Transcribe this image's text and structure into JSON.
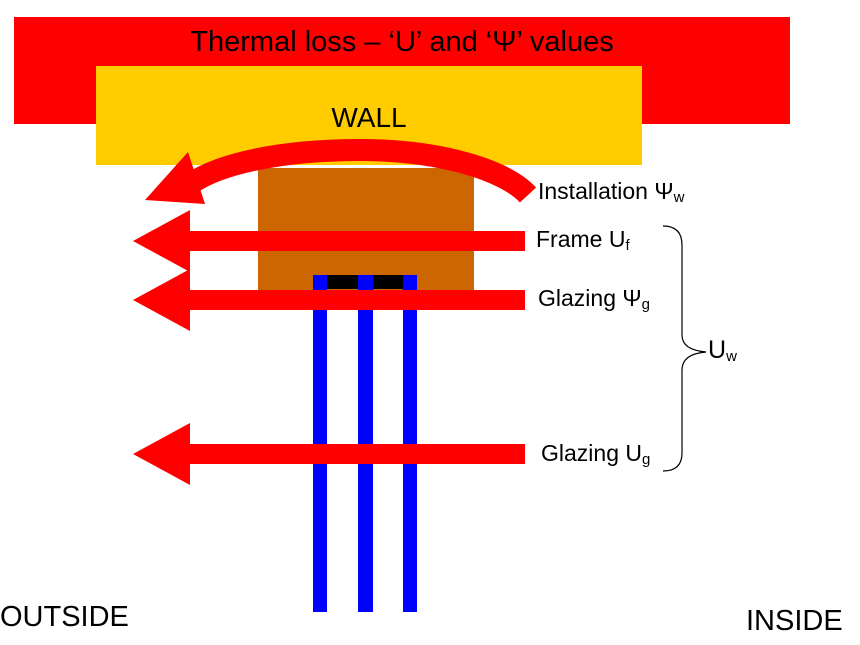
{
  "title": "Thermal loss – ‘U’ and ‘Ψ’ values",
  "wall_label": "WALL",
  "labels": {
    "installation": {
      "main": "Installation Ψ",
      "sub": "w"
    },
    "frame": {
      "main": "Frame U",
      "sub": "f"
    },
    "glazing_psi": {
      "main": "Glazing Ψ",
      "sub": "g"
    },
    "uw": {
      "main": "U",
      "sub": "w"
    },
    "glazing_u": {
      "main": "Glazing U",
      "sub": "g"
    }
  },
  "outside_label": "OUTSIDE",
  "inside_label": "INSIDE",
  "colors": {
    "title_band": "#ff0000",
    "wall": "#ffcc00",
    "frame": "#cc6600",
    "heat_arrow": "#ff0000",
    "glass_pane": "#0000ff",
    "spacer": "#000000"
  }
}
